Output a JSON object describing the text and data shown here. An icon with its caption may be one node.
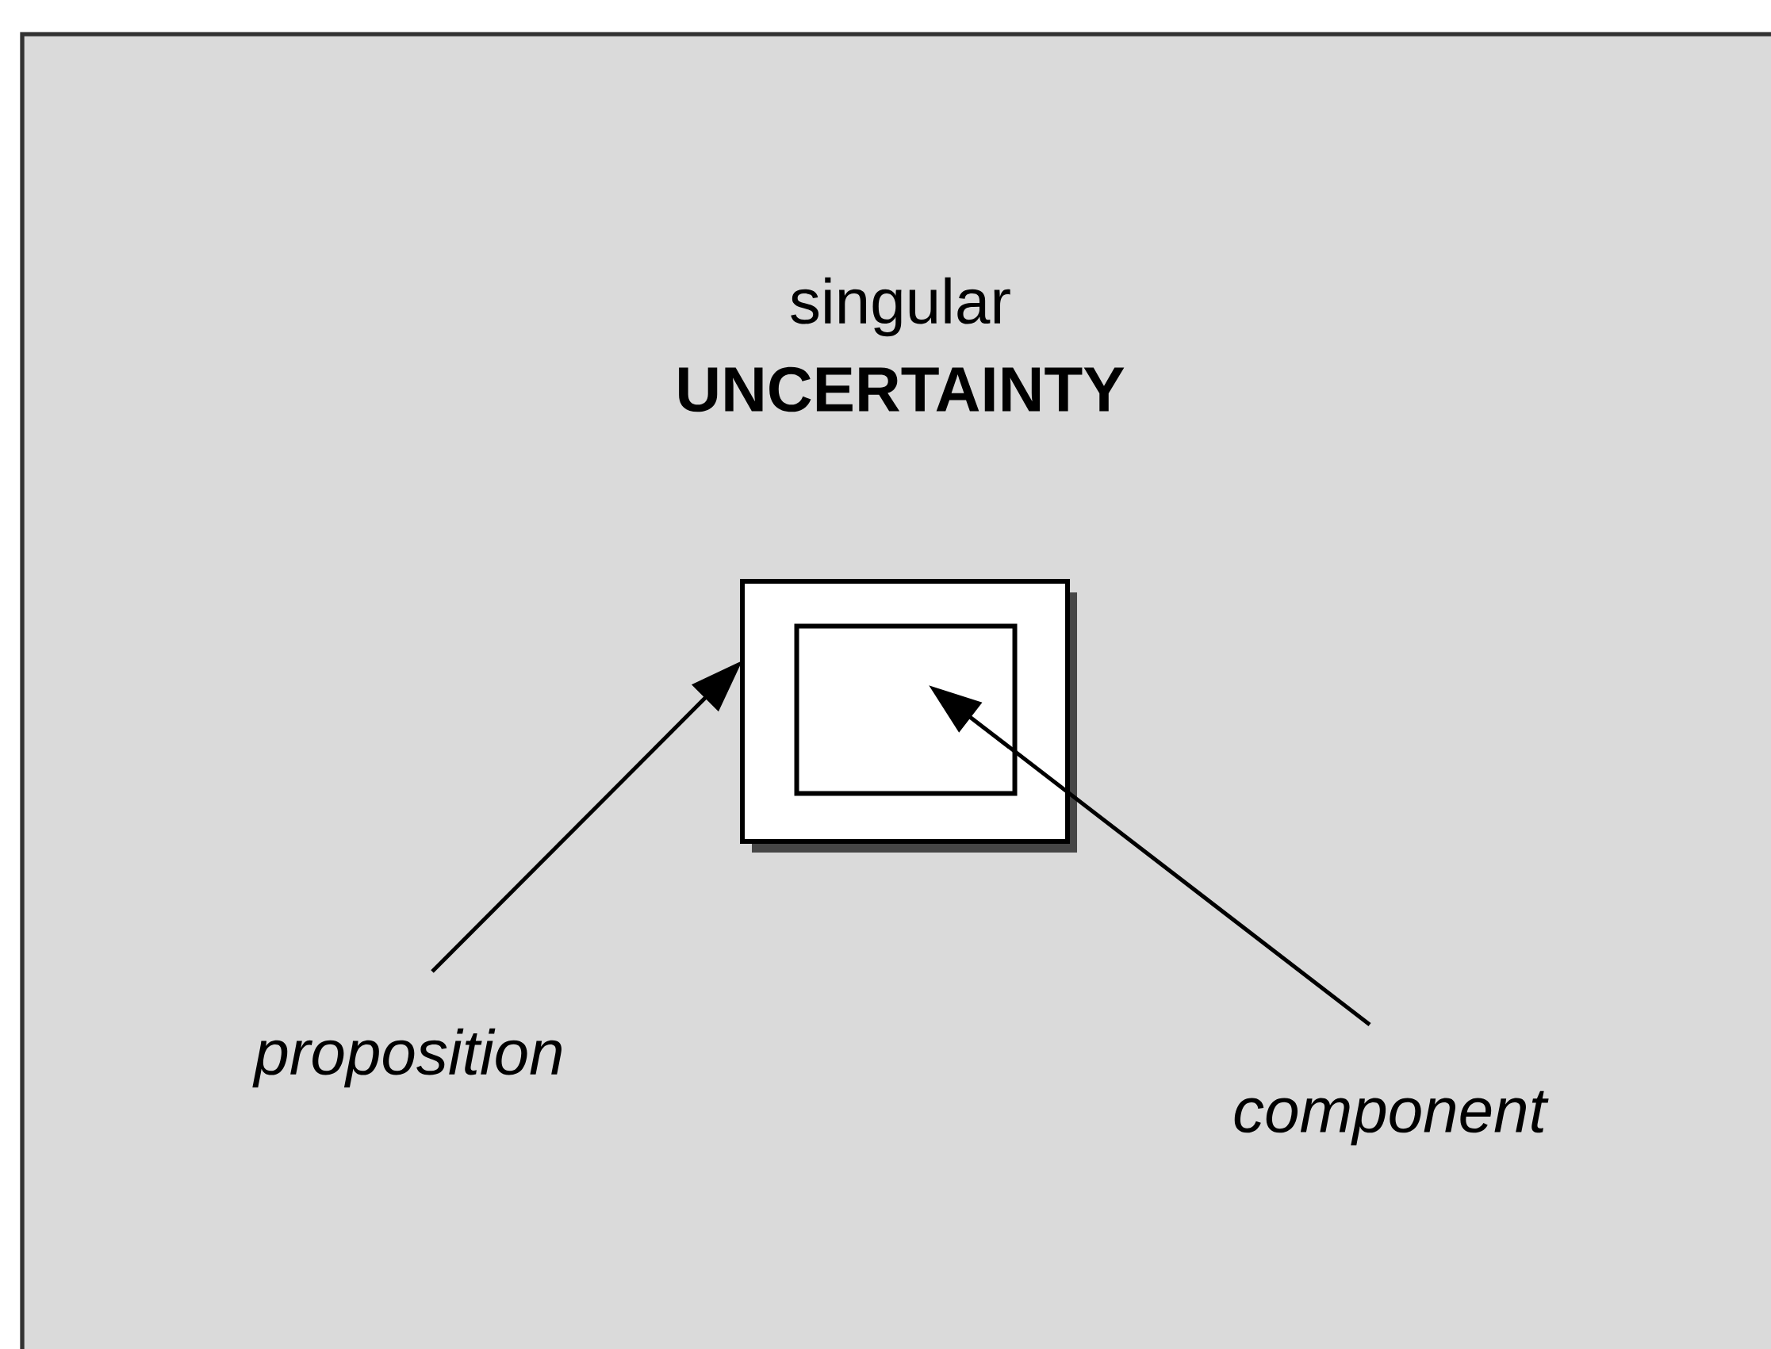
{
  "diagram": {
    "nodes": [
      {
        "text": [],
        "shape": "box"
      },
      {
        "text": [],
        "shape": "box",
        "in": 0
      },
      {
        "text": [
          "proposition"
        ]
      },
      {
        "text": [
          "component"
        ]
      }
    ],
    "edges": [
      {
        "from": 2,
        "to": 0,
        "arrow": "to"
      },
      {
        "from": 3,
        "to": 1,
        "arrow": "to"
      }
    ],
    "labels": [
      "singular",
      "UNCERTAINTY"
    ]
  }
}
